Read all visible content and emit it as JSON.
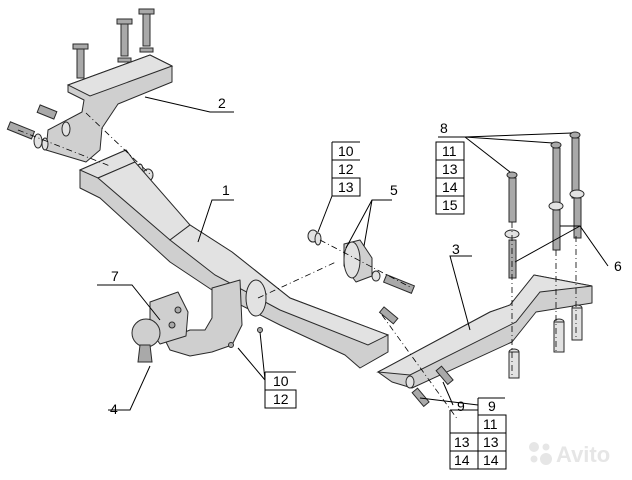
{
  "callouts": {
    "c1": "1",
    "c2": "2",
    "c3": "3",
    "c4": "4",
    "c5": "5",
    "c6": "6",
    "c7": "7",
    "c8": "8"
  },
  "box_10_12_13": [
    "10",
    "12",
    "13"
  ],
  "box_11_13_14_15": [
    "11",
    "13",
    "14",
    "15"
  ],
  "box_10_12_bottom": [
    "10",
    "12"
  ],
  "box_9_13_14": [
    "9",
    "13",
    "14"
  ],
  "box_9_11_13_14": [
    "9",
    "11",
    "13",
    "14"
  ],
  "watermark": "Avito",
  "colors": {
    "part": "#cfcfcf",
    "outline": "#2a2a2a",
    "background": "#ffffff"
  }
}
